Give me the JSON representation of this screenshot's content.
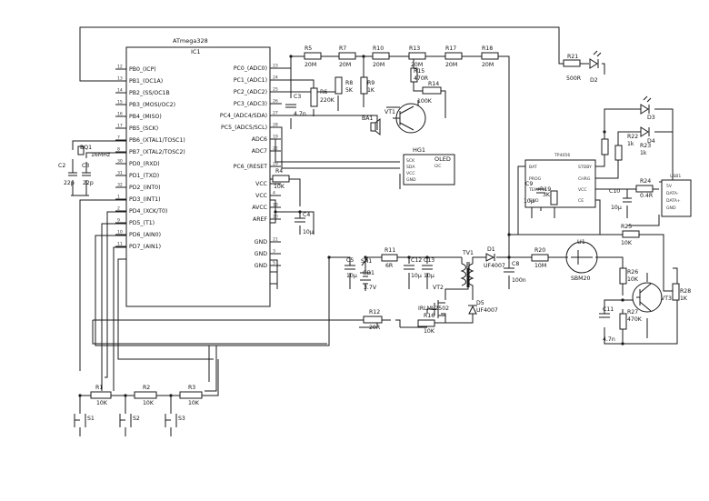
{
  "mcu": {
    "title": "ATmega328",
    "ref": "IC1",
    "left_pins": [
      {
        "num": "12",
        "name": "PB0_(ICP)"
      },
      {
        "num": "13",
        "name": "PB1_(OC1A)"
      },
      {
        "num": "14",
        "name": "PB2_(SS/OC1B"
      },
      {
        "num": "15",
        "name": "PB3_(MOSI/OC2)"
      },
      {
        "num": "16",
        "name": "PB4_(MISO)"
      },
      {
        "num": "17",
        "name": "PB5_(SCK)"
      },
      {
        "num": "7",
        "name": "PB6_(XTAL1/TOSC1)"
      },
      {
        "num": "8",
        "name": "PB7_(XTAL2/TOSC2)"
      },
      {
        "num": "30",
        "name": "PD0_(RXD)"
      },
      {
        "num": "31",
        "name": "PD1_(TXD)"
      },
      {
        "num": "32",
        "name": "PD2_(INT0)"
      },
      {
        "num": "1",
        "name": "PD3_(INT1)"
      },
      {
        "num": "2",
        "name": "PD4_(XCK/T0)"
      },
      {
        "num": "9",
        "name": "PD5_(T1)"
      },
      {
        "num": "10",
        "name": "PD6_(AIN0)"
      },
      {
        "num": "11",
        "name": "PD7_(AIN1)"
      }
    ],
    "right_pins": [
      {
        "num": "23",
        "name": "PC0_(ADC0)"
      },
      {
        "num": "24",
        "name": "PC1_(ADC1)"
      },
      {
        "num": "25",
        "name": "PC2_(ADC2)"
      },
      {
        "num": "26",
        "name": "PC3_(ADC3)"
      },
      {
        "num": "27",
        "name": "PC4_(ADC4/SDA)"
      },
      {
        "num": "28",
        "name": "PC5_(ADC5/SCL)"
      },
      {
        "num": "19",
        "name": "ADC6"
      },
      {
        "num": "22",
        "name": "ADC7"
      },
      {
        "num": "29",
        "name": "PC6_(RESET"
      },
      {
        "num": "6",
        "name": "VCC"
      },
      {
        "num": "4",
        "name": "VCC"
      },
      {
        "num": "18",
        "name": "AVCC"
      },
      {
        "num": "20",
        "name": "AREF"
      },
      {
        "num": "21",
        "name": "GND"
      },
      {
        "num": "3",
        "name": "GND"
      },
      {
        "num": "5",
        "name": "GND"
      }
    ]
  },
  "crystal": {
    "ref": "BQ1",
    "value": "16MHz"
  },
  "xcaps": [
    {
      "ref": "C2",
      "value": "22p"
    },
    {
      "ref": "C3",
      "value": "22p"
    }
  ],
  "divider": [
    {
      "ref": "R5",
      "value": "20M"
    },
    {
      "ref": "R7",
      "value": "20M"
    },
    {
      "ref": "R10",
      "value": "20M"
    },
    {
      "ref": "R13",
      "value": "20M"
    },
    {
      "ref": "R17",
      "value": "20M"
    },
    {
      "ref": "R18",
      "value": "20M"
    }
  ],
  "adc_parts": {
    "c3": {
      "ref": "C3",
      "value": "4.7n"
    },
    "r6": {
      "ref": "R6",
      "value": "220K"
    },
    "r8": {
      "ref": "R8",
      "value": "5K"
    },
    "r9": {
      "ref": "R9",
      "value": "1K"
    },
    "r15": {
      "ref": "R15",
      "value": "470R"
    },
    "r14": {
      "ref": "R14",
      "value": "100K"
    },
    "vt1": "VT1",
    "ba1": "BA1"
  },
  "oled": {
    "ref": "HG1",
    "title": "OLED",
    "sub": "I2C",
    "pins": [
      "SCK",
      "SDA",
      "VCC",
      "GND"
    ]
  },
  "reset": {
    "ref": "R4",
    "value": "10K"
  },
  "c4": {
    "ref": "C4",
    "value": "10µ"
  },
  "led_top": {
    "r": "R21",
    "rv": "500R",
    "d": "D2"
  },
  "charger": {
    "chip": "TP4056",
    "left_pins": [
      "BAT",
      "PROG",
      "TEMP",
      "GND"
    ],
    "right_pins": [
      "STDBY",
      "CHRG",
      "VCC",
      "CE"
    ],
    "leds": [
      "D3",
      "D4"
    ],
    "r22": {
      "ref": "R22",
      "value": "1k"
    },
    "r23": {
      "ref": "R23",
      "value": "1k"
    },
    "c9": {
      "ref": "C9",
      "value": "10µ"
    },
    "r19": {
      "ref": "R19",
      "value": "3K"
    },
    "c10": {
      "ref": "C10",
      "value": "10µ"
    },
    "r24": {
      "ref": "R24",
      "value": "0.4R"
    },
    "usb": {
      "ref": "USB1",
      "pins": [
        "5V",
        "DATA-",
        "DATA+",
        "GND"
      ]
    }
  },
  "hv": {
    "sa1": "SA1",
    "c5": {
      "ref": "C5",
      "value": "10µ"
    },
    "gb1": {
      "ref": "GB1",
      "value": "3.7V"
    },
    "r11": {
      "ref": "R11",
      "value": "6R"
    },
    "c12": {
      "ref": "C12",
      "value": "10µ"
    },
    "c13": {
      "ref": "C13",
      "value": "10µ"
    },
    "tv1": "TV1",
    "d1": {
      "ref": "D1",
      "value": "UF4007"
    },
    "c8": {
      "ref": "C8",
      "value": "100n"
    },
    "r20": {
      "ref": "R20",
      "value": "10M"
    },
    "vt2": {
      "ref": "VT2",
      "value": "IRLML2502"
    },
    "d5": {
      "ref": "D5",
      "value": "UF4007"
    },
    "r16": {
      "ref": "R16",
      "value": "10K"
    },
    "r12": {
      "ref": "R12",
      "value": "20R"
    }
  },
  "tube": {
    "ref": "U1",
    "value": "SBM20",
    "r25": {
      "ref": "R25",
      "value": "10K"
    },
    "r26": {
      "ref": "R26",
      "value": "10K"
    },
    "r27": {
      "ref": "R27",
      "value": "470K"
    },
    "c11": {
      "ref": "C11",
      "value": "4.7n"
    },
    "vt3": "VT3",
    "r28": {
      "ref": "R28",
      "value": "1K"
    }
  },
  "buttons": [
    {
      "r": "R1",
      "rv": "10K",
      "s": "S1"
    },
    {
      "r": "R2",
      "rv": "10K",
      "s": "S2"
    },
    {
      "r": "R3",
      "rv": "10K",
      "s": "S3"
    }
  ]
}
